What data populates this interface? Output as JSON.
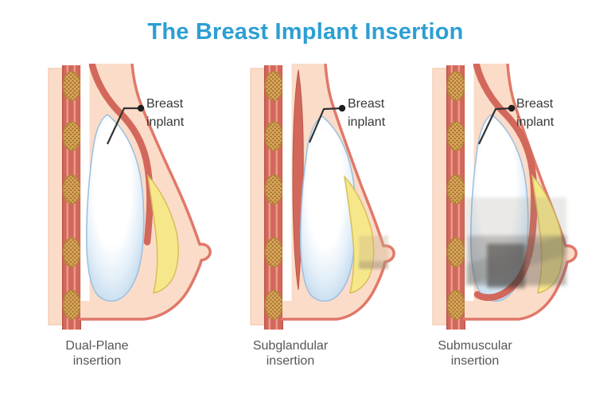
{
  "title": {
    "text": "The Breast Implant Insertion"
  },
  "implant_label": {
    "line1": "Breast",
    "line2": "inplant"
  },
  "panels": [
    {
      "variant": "dual-plane",
      "caption_line1": "Dual-Plane",
      "caption_line2": "insertion"
    },
    {
      "variant": "subglandular",
      "caption_line1": "Subglandular",
      "caption_line2": "insertion"
    },
    {
      "variant": "submuscular",
      "caption_line1": "Submuscular",
      "caption_line2": "insertion"
    }
  ],
  "colors": {
    "title": "#2C9FD3",
    "background": "#FFFFFF",
    "skin": "#FBDCC8",
    "skin_outline": "#E0786A",
    "muscle": "#D2685C",
    "muscle_dark": "#BC5246",
    "muscle_stripe": "#EC9B88",
    "rib": "#D9A55C",
    "rib_outline": "#B5823B",
    "rib_dots": "#9F7028",
    "implant_rim": "#BFD8EC",
    "implant_mid": "#E2EEF8",
    "implant_core": "#FFFFFF",
    "implant_outline": "#9FC0E0",
    "gland": "#F6E88A",
    "gland_outline": "#D8BD5A",
    "label_text": "#383838",
    "caption_text": "#55565A",
    "pointer": "#333333"
  }
}
